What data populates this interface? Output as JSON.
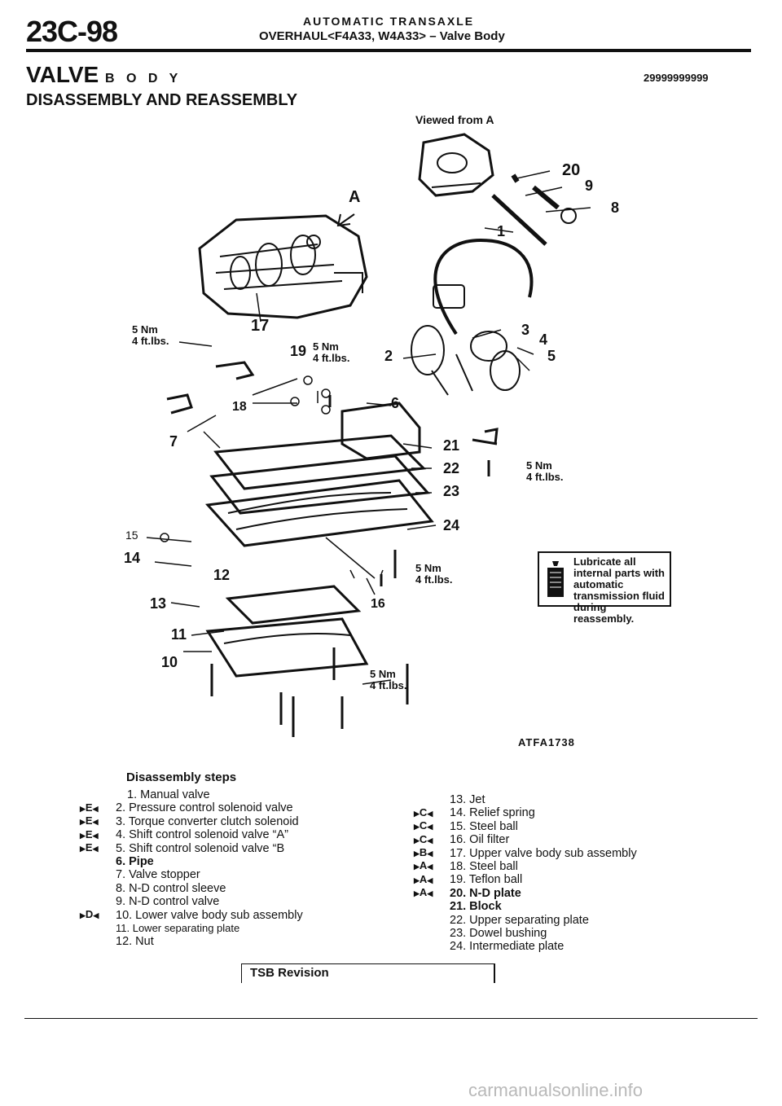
{
  "header": {
    "page_number": "23C-98",
    "section_title": "AUTOMATIC TRANSAXLE",
    "section_subtitle": "OVERHAUL<F4A33, W4A33> – Valve Body",
    "main_title": "VALVE",
    "main_title_small": "B O D Y",
    "code_number": "29999999999",
    "subtitle": "DISASSEMBLY AND REASSEMBLY"
  },
  "diagram": {
    "viewed_from": "Viewed from A",
    "view_letter": "A",
    "callouts": [
      "20",
      "9",
      "8",
      "1",
      "17",
      "19",
      "3",
      "4",
      "2",
      "5",
      "18",
      "6",
      "7",
      "21",
      "22",
      "23",
      "24",
      "15",
      "14",
      "12",
      "16",
      "13",
      "11",
      "10"
    ],
    "torque_nm": "5 Nm",
    "torque_ftlb": "4 ft.lbs.",
    "lube_note": "Lubricate all internal parts with automatic transmission fluid during reassembly.",
    "figure_code": "ATFA1738"
  },
  "steps": {
    "heading": "Disassembly steps",
    "left": [
      {
        "marker": "",
        "text": "1. Manual valve"
      },
      {
        "marker": "E",
        "text": "2. Pressure control solenoid valve"
      },
      {
        "marker": "E",
        "text": "3. Torque converter clutch solenoid"
      },
      {
        "marker": "E",
        "text": "4. Shift control solenoid valve “A”"
      },
      {
        "marker": "E",
        "text": "5. Shift control solenoid valve “B"
      },
      {
        "marker": "",
        "text": "6. Pipe"
      },
      {
        "marker": "",
        "text": "7. Valve stopper"
      },
      {
        "marker": "",
        "text": "8. N-D control sleeve"
      },
      {
        "marker": "",
        "text": "9. N-D control valve"
      },
      {
        "marker": "D",
        "text": "10. Lower valve body sub assembly"
      },
      {
        "marker": "",
        "text": "11. Lower separating plate"
      },
      {
        "marker": "",
        "text": "12. Nut"
      }
    ],
    "right": [
      {
        "marker": "",
        "text": "13. Jet"
      },
      {
        "marker": "C",
        "text": "14. Relief spring"
      },
      {
        "marker": "C",
        "text": "15. Steel ball"
      },
      {
        "marker": "C",
        "text": "16. Oil filter"
      },
      {
        "marker": "B",
        "text": "17. Upper valve body sub assembly"
      },
      {
        "marker": "A",
        "text": "18. Steel ball"
      },
      {
        "marker": "A",
        "text": "19. Teflon ball"
      },
      {
        "marker": "A",
        "text": "20. N-D plate"
      },
      {
        "marker": "",
        "text": "21. Block"
      },
      {
        "marker": "",
        "text": "22. Upper separating plate"
      },
      {
        "marker": "",
        "text": "23. Dowel bushing"
      },
      {
        "marker": "",
        "text": "24. Intermediate plate"
      }
    ]
  },
  "footer": {
    "tsb": "TSB Revision",
    "watermark": "carmanualsonline.info"
  }
}
